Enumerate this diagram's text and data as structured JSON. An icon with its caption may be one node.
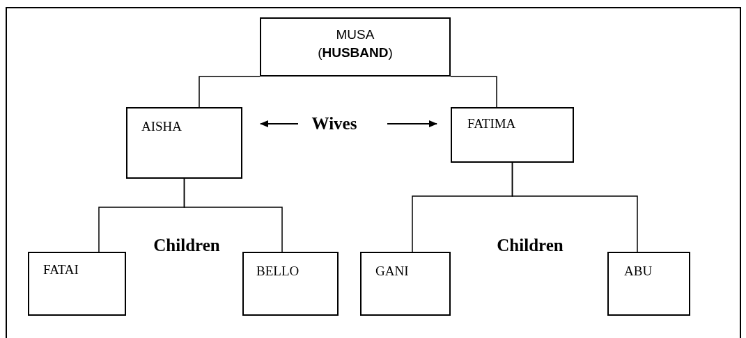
{
  "diagram": {
    "nodes": [
      {
        "text": [
          "MUSA",
          "(**HUSBAND**)"
        ]
      },
      {
        "text": [
          "AISHA"
        ]
      },
      {
        "text": [
          "FATIMA"
        ]
      },
      {
        "text": [
          "FATAI"
        ]
      },
      {
        "text": [
          "BELLO"
        ]
      },
      {
        "text": [
          "GANI"
        ]
      },
      {
        "text": [
          "ABU"
        ]
      },
      {
        "text": [
          "Wives"
        ]
      }
    ],
    "edges": [
      {
        "from": 0,
        "to": 1,
        "arrow": "none"
      },
      {
        "from": 0,
        "to": 2,
        "arrow": "none"
      },
      {
        "from": 7,
        "to": 1,
        "arrow": "to"
      },
      {
        "from": 7,
        "to": 2,
        "arrow": "to"
      },
      {
        "from": 1,
        "to": 3,
        "arrow": "none"
      },
      {
        "from": 1,
        "to": 4,
        "arrow": "none"
      },
      {
        "from": 2,
        "to": 5,
        "arrow": "none"
      },
      {
        "from": 2,
        "to": 6,
        "arrow": "none"
      }
    ],
    "labels": [
      "Children",
      "Children"
    ]
  }
}
